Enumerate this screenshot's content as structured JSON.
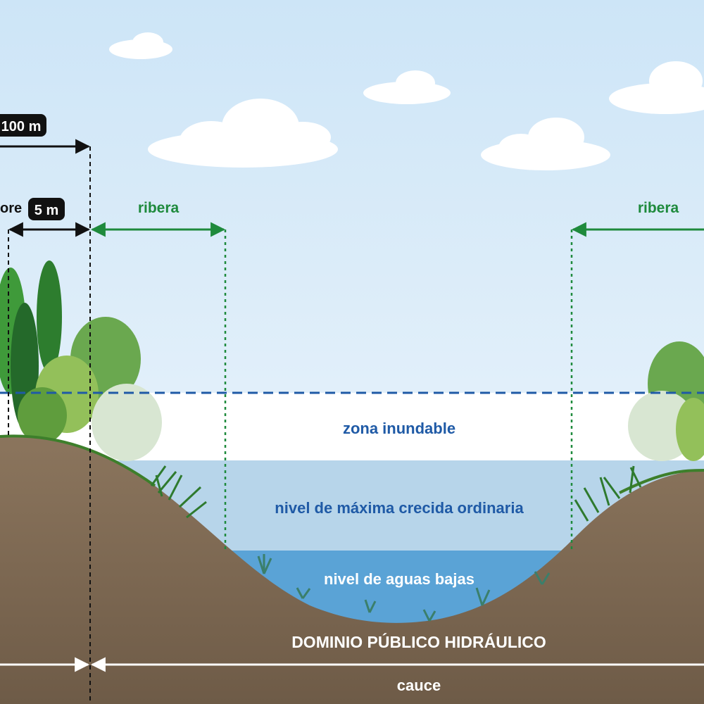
{
  "labels": {
    "distance_100": "100 m",
    "servidumbre_partial": "ore",
    "distance_5": "5 m",
    "ribera_left": "ribera",
    "ribera_right": "ribera",
    "zona_inundable": "zona inundable",
    "maxima_crecida": "nivel de máxima crecida ordinaria",
    "aguas_bajas": "nivel de aguas bajas",
    "dominio_publico": "DOMINIO PÚBLICO HIDRÁULICO",
    "cauce": "cauce"
  },
  "colors": {
    "sky_top": "#cfe6f7",
    "sky_bottom": "#f3f8fc",
    "ribera_green": "#1e8a3c",
    "label_blue": "#1f5aa6",
    "flood_zone": "#ffffff",
    "max_flood_water": "#b7d5ea",
    "low_water": "#5aa3d6",
    "ground": "#7f6a54",
    "ground_dark": "#6f5c48",
    "black": "#111111"
  },
  "icons": [
    "cloud-icon",
    "tree-icon",
    "reed-icon",
    "water-plant-icon"
  ]
}
